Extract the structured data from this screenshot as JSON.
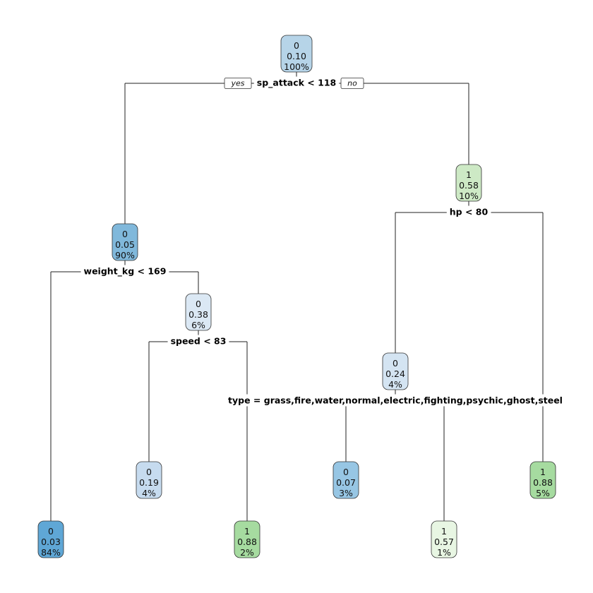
{
  "tree": {
    "branch_labels": {
      "yes": "yes",
      "no": "no"
    },
    "nodes": [
      {
        "id": "root",
        "class": "0",
        "prob": "0.10",
        "pct": "100%",
        "color": "#b6d4e8"
      },
      {
        "id": "n2",
        "class": "0",
        "prob": "0.05",
        "pct": "90%",
        "color": "#80b8db"
      },
      {
        "id": "n3",
        "class": "1",
        "prob": "0.58",
        "pct": "10%",
        "color": "#cde9c5"
      },
      {
        "id": "n5",
        "class": "0",
        "prob": "0.38",
        "pct": "6%",
        "color": "#dbe8f4"
      },
      {
        "id": "n6",
        "class": "0",
        "prob": "0.24",
        "pct": "4%",
        "color": "#d4e4f2"
      },
      {
        "id": "leaf1",
        "class": "0",
        "prob": "0.03",
        "pct": "84%",
        "color": "#5fa7d6"
      },
      {
        "id": "leaf2",
        "class": "0",
        "prob": "0.19",
        "pct": "4%",
        "color": "#c6dbef"
      },
      {
        "id": "leaf3",
        "class": "1",
        "prob": "0.88",
        "pct": "2%",
        "color": "#a6dba0"
      },
      {
        "id": "leaf4",
        "class": "0",
        "prob": "0.07",
        "pct": "3%",
        "color": "#97c6e4"
      },
      {
        "id": "leaf5",
        "class": "1",
        "prob": "0.57",
        "pct": "1%",
        "color": "#e8f6e3"
      },
      {
        "id": "leaf6",
        "class": "1",
        "prob": "0.88",
        "pct": "5%",
        "color": "#a6dba0"
      }
    ],
    "splits": [
      {
        "id": "s_root",
        "label": "sp_attack < 118"
      },
      {
        "id": "s_n2",
        "label": "weight_kg < 169"
      },
      {
        "id": "s_n3",
        "label": "hp < 80"
      },
      {
        "id": "s_n5",
        "label": "speed < 83"
      },
      {
        "id": "s_n6",
        "label": "type = grass,fire,water,normal,electric,fighting,psychic,ghost,steel"
      }
    ]
  }
}
